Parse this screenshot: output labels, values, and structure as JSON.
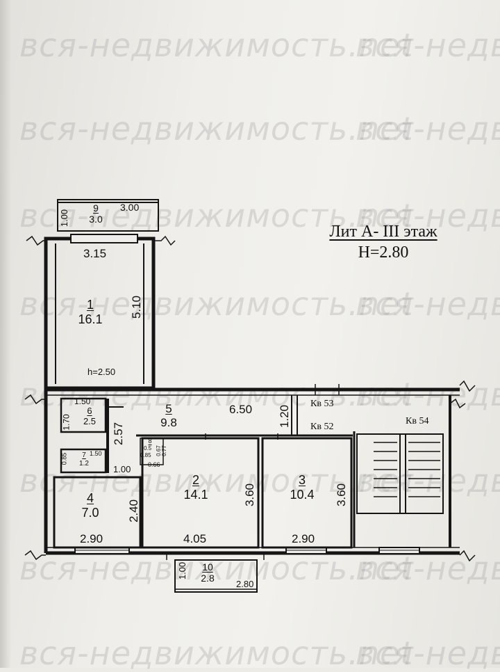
{
  "watermark": "вся-недвижимость.net",
  "plan": {
    "title": "Лит А- III этаж",
    "height_label": "H=2.80",
    "ceiling_note": "h=2.50"
  },
  "rooms": [
    {
      "id": "1",
      "number": "1",
      "area": "16.1"
    },
    {
      "id": "2",
      "number": "2",
      "area": "14.1"
    },
    {
      "id": "3",
      "number": "3",
      "area": "10.4"
    },
    {
      "id": "4",
      "number": "4",
      "area": "7.0"
    },
    {
      "id": "5",
      "number": "5",
      "area": "9.8"
    },
    {
      "id": "6",
      "number": "6",
      "area": "2.5"
    },
    {
      "id": "7",
      "number": "7",
      "area": "1.2"
    },
    {
      "id": "8",
      "number": "8",
      "area": "0.5"
    },
    {
      "id": "9",
      "number": "9",
      "area": "3.0"
    },
    {
      "id": "10",
      "number": "10",
      "area": "2.8"
    }
  ],
  "dimensions": {
    "d_1_00_top": "1.00",
    "d_3_00_top": "3.00",
    "d_3_15": "3.15",
    "d_5_10": "5.10",
    "d_1_50_r6": "1.50",
    "d_1_70": "1.70",
    "d_2_57": "2.57",
    "d_6_50": "6.50",
    "d_1_20": "1.20",
    "d_0_85": "0.85",
    "d_1_50_r7": "1.50",
    "d_1_00_mid": "1.00",
    "d_0_5": "0.5",
    "d_0_67": "0.67",
    "d_0_77": "0.77",
    "d_0_66": "0.66",
    "d_0_85_r8": "0.85",
    "d_2_40": "2.40",
    "d_3_60_r2": "3.60",
    "d_3_60_r3": "3.60",
    "d_2_90_r4": "2.90",
    "d_4_05": "4.05",
    "d_2_90_r3": "2.90",
    "d_1_00_bot": "1.00",
    "d_2_80": "2.80"
  },
  "apartments": {
    "kv53": "Кв 53",
    "kv52": "Кв 52",
    "kv54": "Кв 54"
  },
  "colors": {
    "line": "#151515",
    "paper": "#efeeea",
    "watermark": "#969696"
  }
}
